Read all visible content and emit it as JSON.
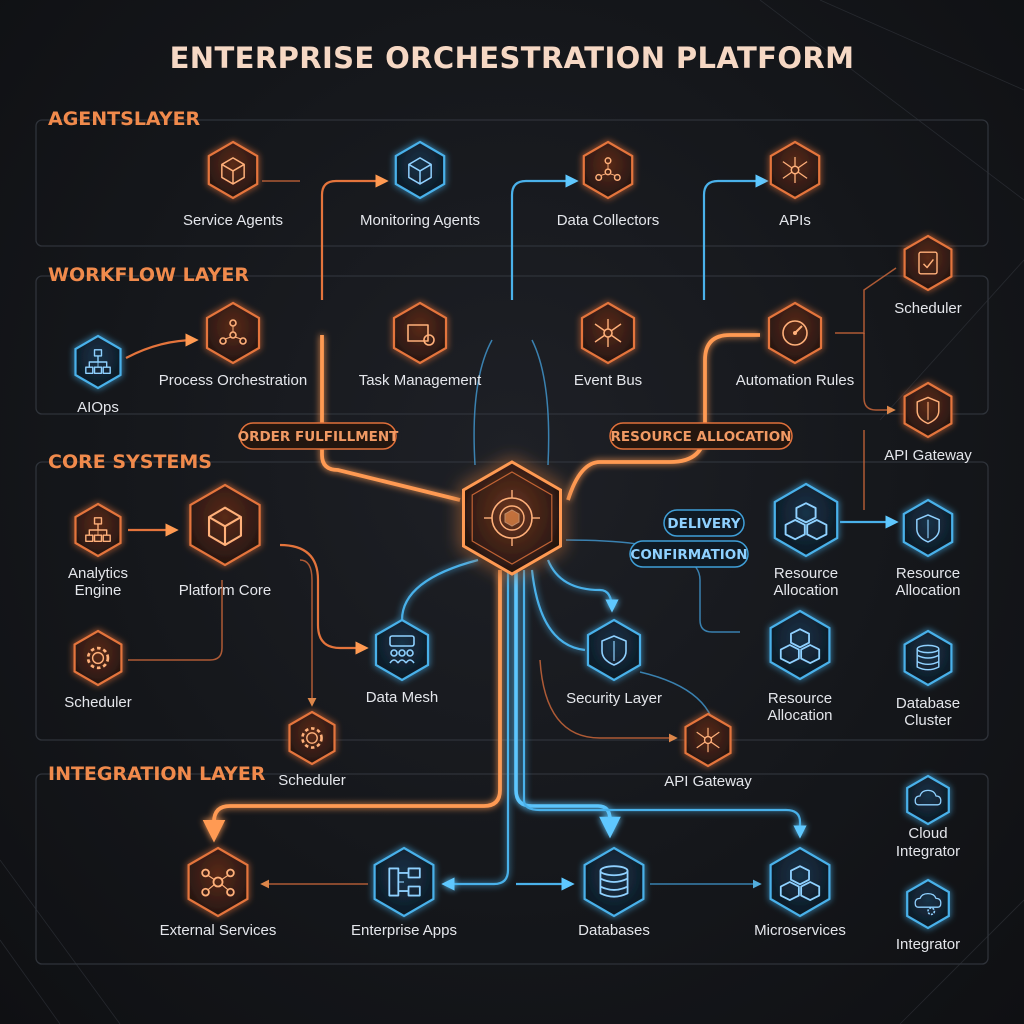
{
  "title": "ENTERPRISE ORCHESTRATION PLATFORM",
  "layers": {
    "agents": "AGENTSLAYER",
    "workflow": "WORKFLOW LAYER",
    "core": "CORE SYSTEMS",
    "integration": "INTEGRATION LAYER"
  },
  "nodes": {
    "service_agents": "Service Agents",
    "monitoring_agents": "Monitoring Agents",
    "data_collectors": "Data Collectors",
    "apis": "APIs",
    "scheduler_right_top": "Scheduler",
    "aiops": "AIOps",
    "process_orchestration": "Process Orchestration",
    "task_management": "Task Management",
    "event_bus": "Event Bus",
    "automation_rules": "Automation Rules",
    "api_gateway_right": "API Gateway",
    "analytics_engine_1": "Analytics",
    "analytics_engine_2": "Engine",
    "platform_core": "Platform Core",
    "resource_allocation_1a": "Resource",
    "resource_allocation_1b": "Allocation",
    "resource_allocation_2a": "Resource",
    "resource_allocation_2b": "Allocation",
    "resource_allocation_3a": "Resource",
    "resource_allocation_3b": "Allocation",
    "scheduler_left": "Scheduler",
    "data_mesh": "Data Mesh",
    "security_layer": "Security Layer",
    "database_cluster_1": "Database",
    "database_cluster_2": "Cluster",
    "scheduler_bottom": "Scheduler",
    "api_gateway_bottom": "API Gateway",
    "external_services": "External Services",
    "enterprise_apps": "Enterprise Apps",
    "databases": "Databases",
    "microservices": "Microservices",
    "cloud_integrator_1": "Cloud",
    "cloud_integrator_2": "Integrator",
    "integrator": "Integrator"
  },
  "flows": {
    "order_fulfillment": "ORDER FULFILLMENT",
    "resource_allocation": "RESOURCE ALLOCATION",
    "delivery": "DELIVERY",
    "confirmation": "CONFIRMATION"
  },
  "icons": {
    "service_agents": "cube-icon",
    "monitoring_agents": "cube-icon",
    "data_collectors": "network-icon",
    "apis": "hub-icon",
    "hub": "target-hub-icon",
    "security": "shield-icon",
    "database": "database-icon",
    "cloud": "cloud-icon"
  },
  "colors": {
    "orange": "#e4743c",
    "blue": "#4ab1ea",
    "background": "#15171b"
  }
}
